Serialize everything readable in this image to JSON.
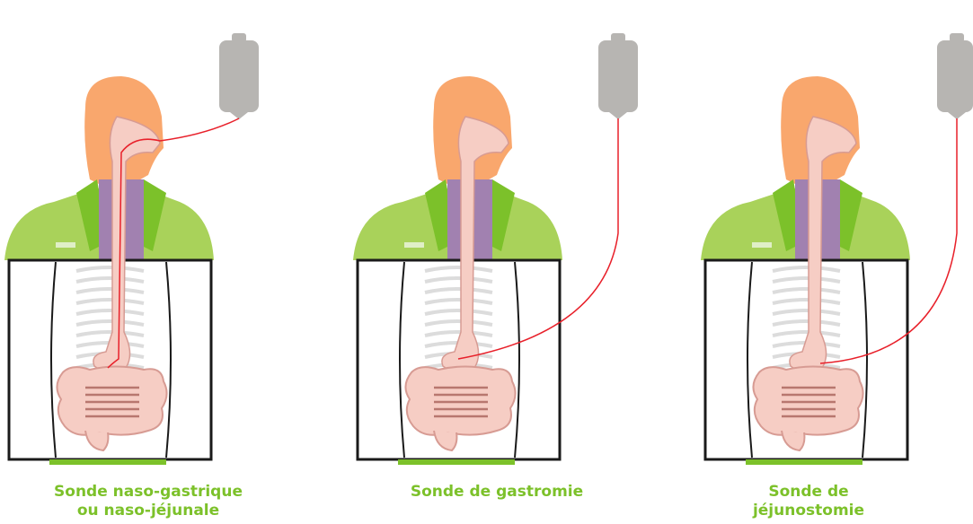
{
  "colors": {
    "skin": "#f9a76d",
    "shirt": "#a9d25a",
    "collar": "#7cc12a",
    "neck": "#a181b0",
    "organ": "#f6cdc4",
    "organ_stroke": "#d79b93",
    "tube": "#e8202a",
    "bag": "#b7b5b2",
    "frame": "#1a1a1a",
    "ribs": "#d9d9d9",
    "caption": "#7cc12a"
  },
  "panels": [
    {
      "caption_lines": [
        "Sonde naso-gastrique",
        "ou naso-jéjunale"
      ],
      "tube_route": "nasal"
    },
    {
      "caption_lines": [
        "Sonde de gastromie"
      ],
      "tube_route": "stomach"
    },
    {
      "caption_lines": [
        "Sonde de",
        "jéjunostomie"
      ],
      "tube_route": "jejunum"
    }
  ],
  "icons": [
    "feeding-bag-icon",
    "human-torso-icon",
    "digestive-tract-icon",
    "feeding-tube-icon"
  ]
}
